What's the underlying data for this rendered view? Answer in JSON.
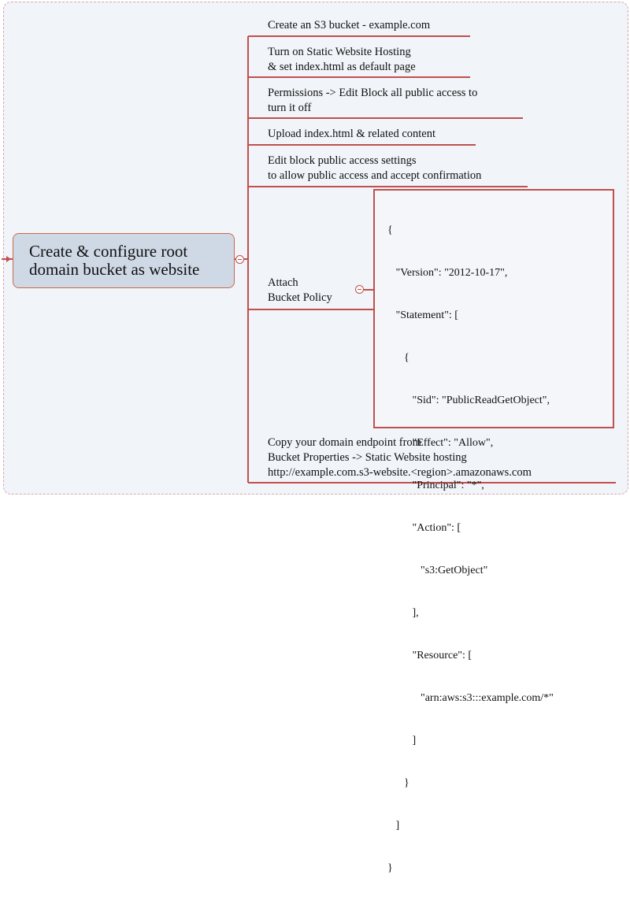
{
  "root": {
    "line1": "Create & configure root",
    "line2": "domain bucket as website"
  },
  "steps": [
    {
      "lines": [
        "Create an S3 bucket - example.com"
      ]
    },
    {
      "lines": [
        "Turn on Static Website Hosting",
        "& set index.html as default page"
      ]
    },
    {
      "lines": [
        "Permissions -> Edit Block all public access to",
        "turn it off"
      ]
    },
    {
      "lines": [
        "Upload index.html & related content"
      ]
    },
    {
      "lines": [
        "Edit block public access settings",
        "to allow public access and accept confirmation"
      ]
    },
    {
      "lines": [
        "Attach",
        "Bucket Policy"
      ]
    },
    {
      "lines": [
        "Copy your domain endpoint from",
        "Bucket Properties -> Static Website hosting",
        "http://example.com.s3-website.<region>.amazonaws.com"
      ]
    }
  ],
  "policy_lines": [
    "{",
    "   \"Version\": \"2012-10-17\",",
    "   \"Statement\": [",
    "      {",
    "         \"Sid\": \"PublicReadGetObject\",",
    "         \"Effect\": \"Allow\",",
    "         \"Principal\": \"*\",",
    "         \"Action\": [",
    "            \"s3:GetObject\"",
    "         ],",
    "         \"Resource\": [",
    "            \"arn:aws:s3:::example.com/*\"",
    "         ]",
    "      }",
    "   ]",
    "}"
  ],
  "colors": {
    "line": "#c0504d",
    "root_fill": "#cfd9e6",
    "background": "#f1f4f9"
  }
}
